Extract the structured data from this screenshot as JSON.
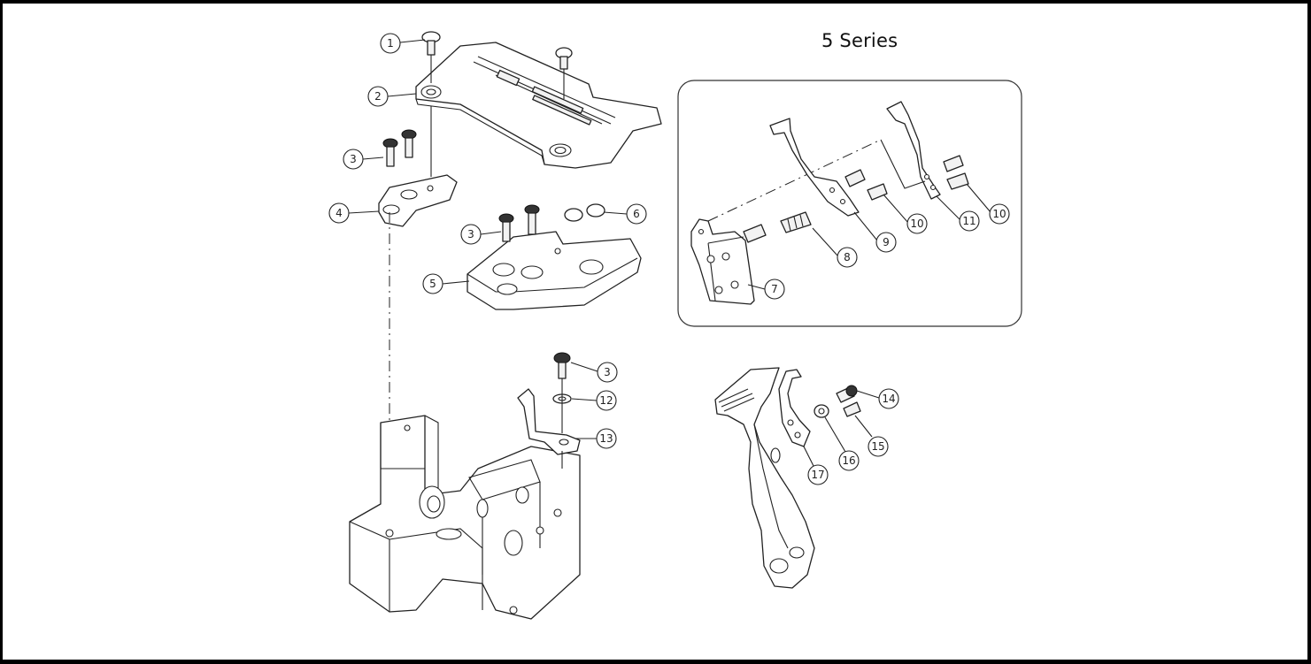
{
  "title": "5 Series",
  "callouts": {
    "c1": "1",
    "c2": "2",
    "c3a": "3",
    "c4": "4",
    "c3b": "3",
    "c6": "6",
    "c5": "5",
    "c7": "7",
    "c8": "8",
    "c9": "9",
    "c10a": "10",
    "c11": "11",
    "c10b": "10",
    "c3c": "3",
    "c12": "12",
    "c13": "13",
    "c14": "14",
    "c15": "15",
    "c16": "16",
    "c17": "17"
  }
}
